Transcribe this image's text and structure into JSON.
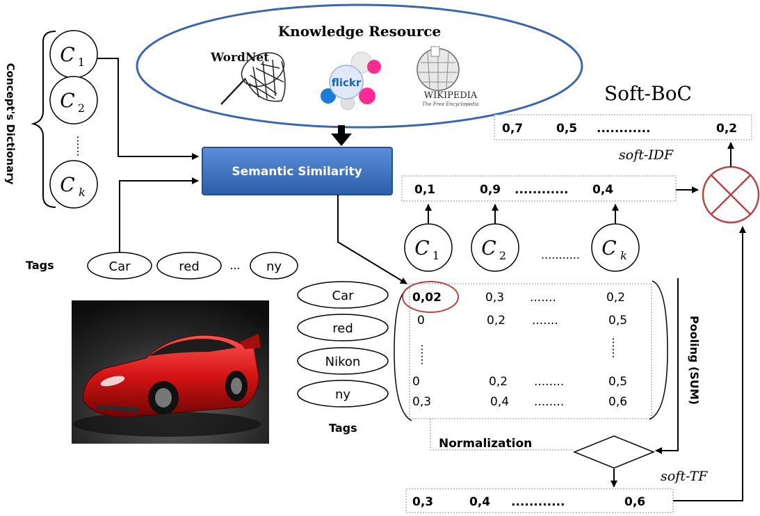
{
  "knowledge": {
    "title": "Knowledge Resource",
    "wordnet": "WordNet",
    "flickr": "flickr",
    "wikipedia": "WIKIPEDIA",
    "wikipedia_sub": "The Free Encyclopedia"
  },
  "dictionary": {
    "label": "Concept's Dictionary",
    "c1": "C",
    "c1_sub": "1",
    "c2": "C",
    "c2_sub": "2",
    "ck": "C",
    "ck_sub": "k",
    "dots": "......"
  },
  "semantic_similarity": "Semantic Similarity",
  "tags_row": {
    "label": "Tags",
    "items": [
      "Car",
      "red",
      "ny"
    ],
    "ellipsis": "..."
  },
  "tags_col": {
    "label": "Tags",
    "items": [
      "Car",
      "red",
      "Nikon",
      "ny"
    ]
  },
  "matrix": {
    "rows": [
      [
        "0,02",
        "0,3",
        ".......",
        "0,2"
      ],
      [
        "0",
        "0,2",
        ".......",
        "0,5"
      ],
      [
        "0",
        "0,2",
        "........",
        "0,5"
      ],
      [
        "0,3",
        "0,4",
        "........",
        "0,6"
      ]
    ],
    "vdots": "......"
  },
  "concepts_row": {
    "c1": "C",
    "c1_sub": "1",
    "c2": "C",
    "c2_sub": "2",
    "ck": "C",
    "ck_sub": "k",
    "dots": "..........."
  },
  "pooled_vector": [
    "0,1",
    "0,9",
    "............",
    "0,4"
  ],
  "soft_boc": {
    "title": "Soft-BoC",
    "vector": [
      "0,7",
      "0,5",
      "............",
      "0,2"
    ]
  },
  "soft_idf": "soft-IDF",
  "soft_tf": "soft-TF",
  "pooling": "Pooling (SUM)",
  "normalization": "Normalization",
  "tf_vector": [
    "0,3",
    "0,4",
    "............",
    "0,6"
  ],
  "colors": {
    "semantic_box": "#3b6fc4",
    "semantic_box_dark": "#2a55a0",
    "highlight": "#b54545",
    "multiplier": "#b54545"
  }
}
